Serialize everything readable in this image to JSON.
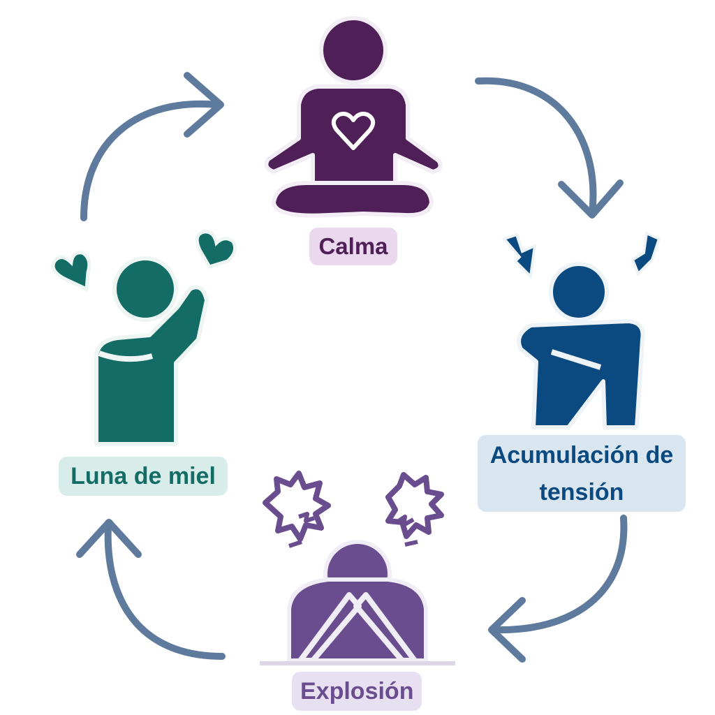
{
  "stages": {
    "calma": {
      "label": "Calma",
      "color": "#4f1f57",
      "label_bg": "#ead9ee"
    },
    "acumulacion": {
      "label_line1": "Acumulación de",
      "label_line2": "tensión",
      "color": "#0b4a80",
      "label_bg": "#d9e5ef"
    },
    "explosion": {
      "label": "Explosión",
      "color": "#6a4d8f",
      "label_bg": "#e7e0f0"
    },
    "luna": {
      "label": "Luna de miel",
      "color": "#136d66",
      "label_bg": "#d8ede9"
    }
  },
  "arrow_color": "#5e7a9c",
  "cycle_direction": "clockwise",
  "icons": {
    "calma": "meditating-person-icon",
    "acumulacion": "tense-person-icon",
    "explosion": "person-covering-face-icon",
    "luna": "happy-person-icon"
  }
}
